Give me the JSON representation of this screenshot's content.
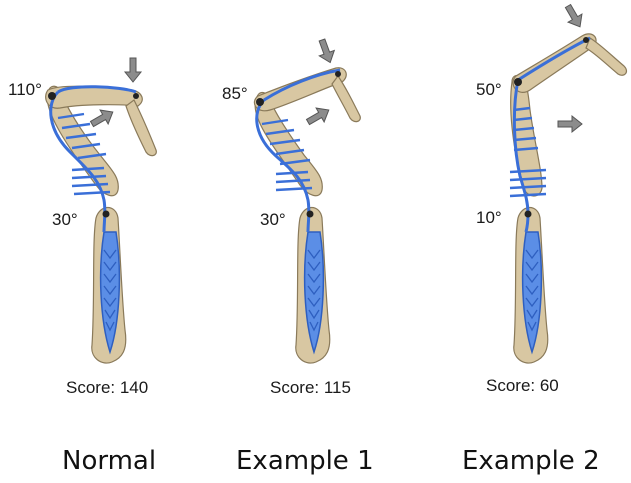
{
  "panels": [
    {
      "caption": "Normal",
      "score": "Score: 140",
      "upper_angle": "110°",
      "lower_angle": "30°"
    },
    {
      "caption": "Example 1",
      "score": "Score: 115",
      "upper_angle": "85°",
      "lower_angle": "30°"
    },
    {
      "caption": "Example 2",
      "score": "Score: 60",
      "upper_angle": "50°",
      "lower_angle": "10°"
    }
  ],
  "colors": {
    "bone": "#d8c7a2",
    "bone_stroke": "#8a7a5a",
    "tendon": "#3a6fd8",
    "tendon_fill": "#5b8ee6",
    "arrow": "#8c8c8c"
  },
  "icons": {
    "pressure_arrow": "down-arrow-icon",
    "joint": "joint-dot-icon"
  }
}
